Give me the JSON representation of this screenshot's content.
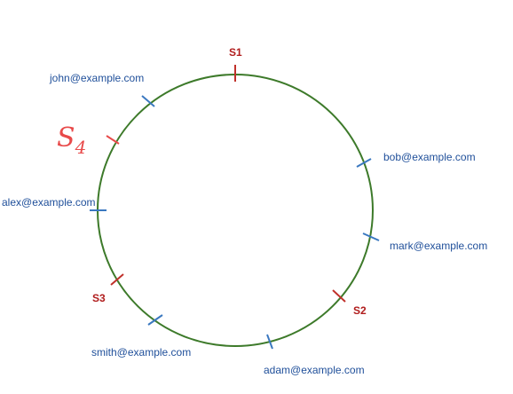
{
  "colors": {
    "ring": "#3d7a2a",
    "server": "#c0302a",
    "key_tick": "#3a78c0",
    "key_text": "#1f4f9a",
    "server_text": "#b01c1c",
    "handwritten": "#e84a4a"
  },
  "servers": [
    {
      "id": "s1",
      "label": "S1"
    },
    {
      "id": "s2",
      "label": "S2"
    },
    {
      "id": "s3",
      "label": "S3"
    },
    {
      "id": "s4",
      "label": "S4",
      "handwritten": true
    }
  ],
  "keys": [
    {
      "id": "john",
      "label": "john@example.com"
    },
    {
      "id": "bob",
      "label": "bob@example.com"
    },
    {
      "id": "alex",
      "label": "alex@example.com"
    },
    {
      "id": "mark",
      "label": "mark@example.com"
    },
    {
      "id": "smith",
      "label": "smith@example.com"
    },
    {
      "id": "adam",
      "label": "adam@example.com"
    }
  ]
}
